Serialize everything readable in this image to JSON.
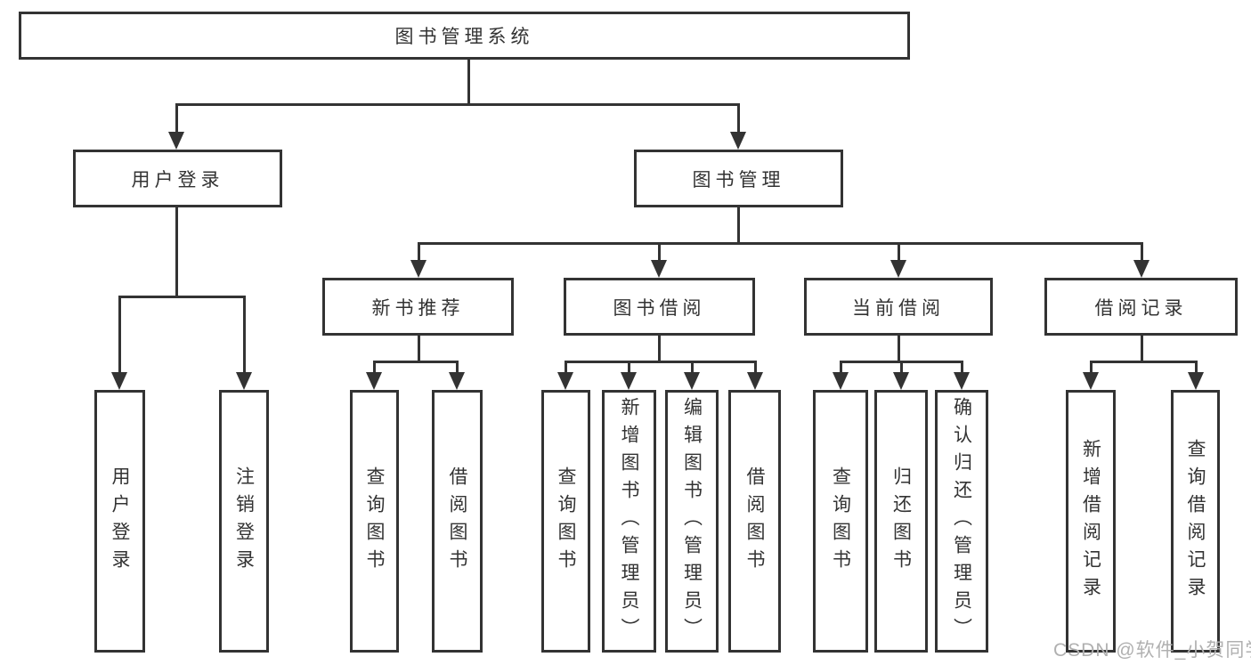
{
  "diagram": {
    "title_note": "",
    "root": {
      "label": "图书管理系统"
    },
    "user_login": {
      "label": "用户登录",
      "children": [
        {
          "label": "用户登录"
        },
        {
          "label": "注销登录"
        }
      ]
    },
    "book_management": {
      "label": "图书管理",
      "sections": [
        {
          "label": "新书推荐",
          "children": [
            {
              "label": "查询图书"
            },
            {
              "label": "借阅图书"
            }
          ]
        },
        {
          "label": "图书借阅",
          "children": [
            {
              "label": "查询图书"
            },
            {
              "label": "新增图书（管理员）"
            },
            {
              "label": "编辑图书（管理员）"
            },
            {
              "label": "借阅图书"
            }
          ]
        },
        {
          "label": "当前借阅",
          "children": [
            {
              "label": "查询图书"
            },
            {
              "label": "归还图书"
            },
            {
              "label": "确认归还（管理员）"
            }
          ]
        },
        {
          "label": "借阅记录",
          "children": [
            {
              "label": "新增借阅记录"
            },
            {
              "label": "查询借阅记录"
            }
          ]
        }
      ]
    }
  },
  "watermark": {
    "text": "CSDN @软件_小贺同学"
  },
  "colors": {
    "line": "#333333",
    "text": "#333333",
    "watermark": "#b0b0b0",
    "background": "#ffffff"
  }
}
